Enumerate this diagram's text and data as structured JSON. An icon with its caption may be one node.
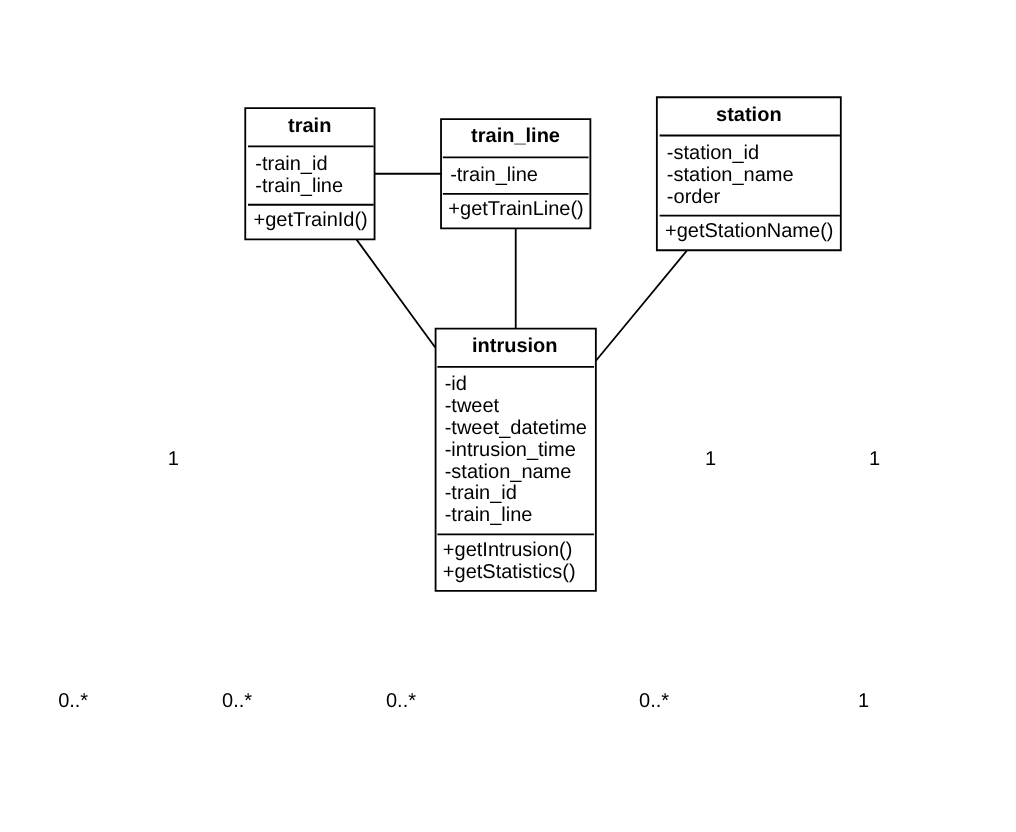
{
  "diagram": {
    "nodes": [
      {
        "text": [
          "station",
          "-station_id",
          "-station_name",
          "-order",
          "+getStationName()"
        ]
      },
      {
        "text": [
          "train",
          "-train_id",
          "-train_line",
          "+getTrainId()"
        ]
      },
      {
        "text": [
          "train_line",
          "-train_line",
          "+getTrainLine()"
        ]
      },
      {
        "text": [
          "intrusion",
          "-id",
          "-tweet",
          "-tweet_datetime",
          "-intrusion_time",
          "-station_name",
          "-train_id",
          "-train_line",
          "+getIntrusion()",
          "+getStatistics()"
        ]
      }
    ],
    "edges": [
      {
        "from": 1,
        "to": 2,
        "arrow": "none"
      },
      {
        "from": 0,
        "to": 3,
        "arrow": "none"
      },
      {
        "from": 1,
        "to": 3,
        "arrow": "none"
      },
      {
        "from": 2,
        "to": 3,
        "arrow": "none"
      }
    ],
    "labels": [
      "0..*",
      "1",
      "1",
      "1",
      "1",
      "0..*",
      "0..*",
      "0..*"
    ]
  }
}
